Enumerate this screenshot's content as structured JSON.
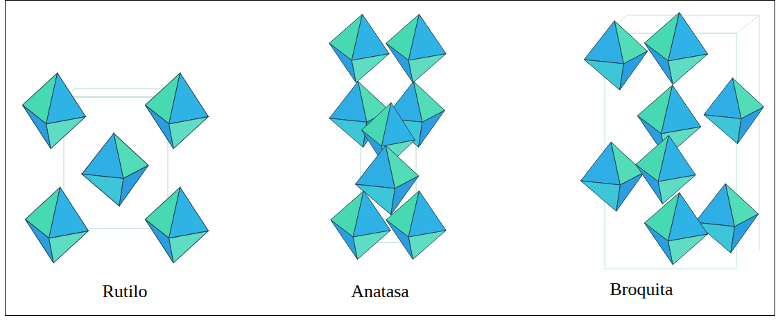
{
  "diagram": {
    "labels": [
      "Rutilo",
      "Anatasa",
      "Broquita"
    ]
  }
}
